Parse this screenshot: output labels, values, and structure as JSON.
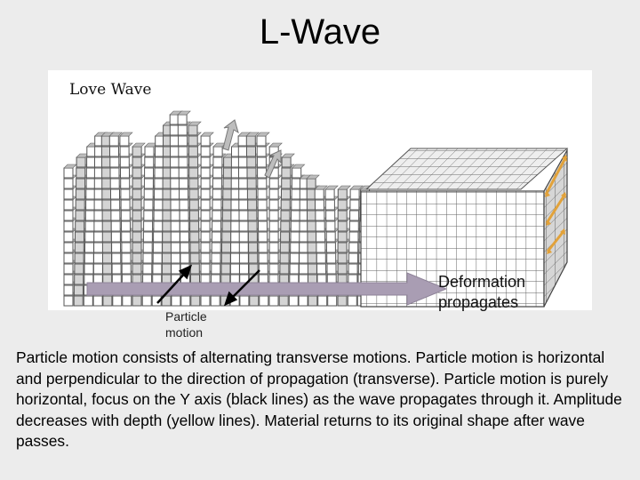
{
  "slide": {
    "title": "L-Wave"
  },
  "figure": {
    "label": "Love Wave"
  },
  "callouts": {
    "particle_motion": "Particle\nmotion",
    "deformation": "Deformation\npropagates"
  },
  "caption": "Particle motion consists of alternating transverse motions.  Particle motion is horizontal and perpendicular to the direction of propagation (transverse).  Particle motion is purely horizontal, focus on the Y axis (black lines) as the wave propagates through it.  Amplitude decreases with depth (yellow lines). Material returns to its original shape after wave passes.",
  "colors": {
    "background": "#ececec",
    "arrow": "#a99db3",
    "depth_lines": "#e2a23a",
    "motion_lines": "#000000",
    "block_face": "#ffffff",
    "block_shade": "#d9d9d9",
    "grid_line": "#555555"
  }
}
